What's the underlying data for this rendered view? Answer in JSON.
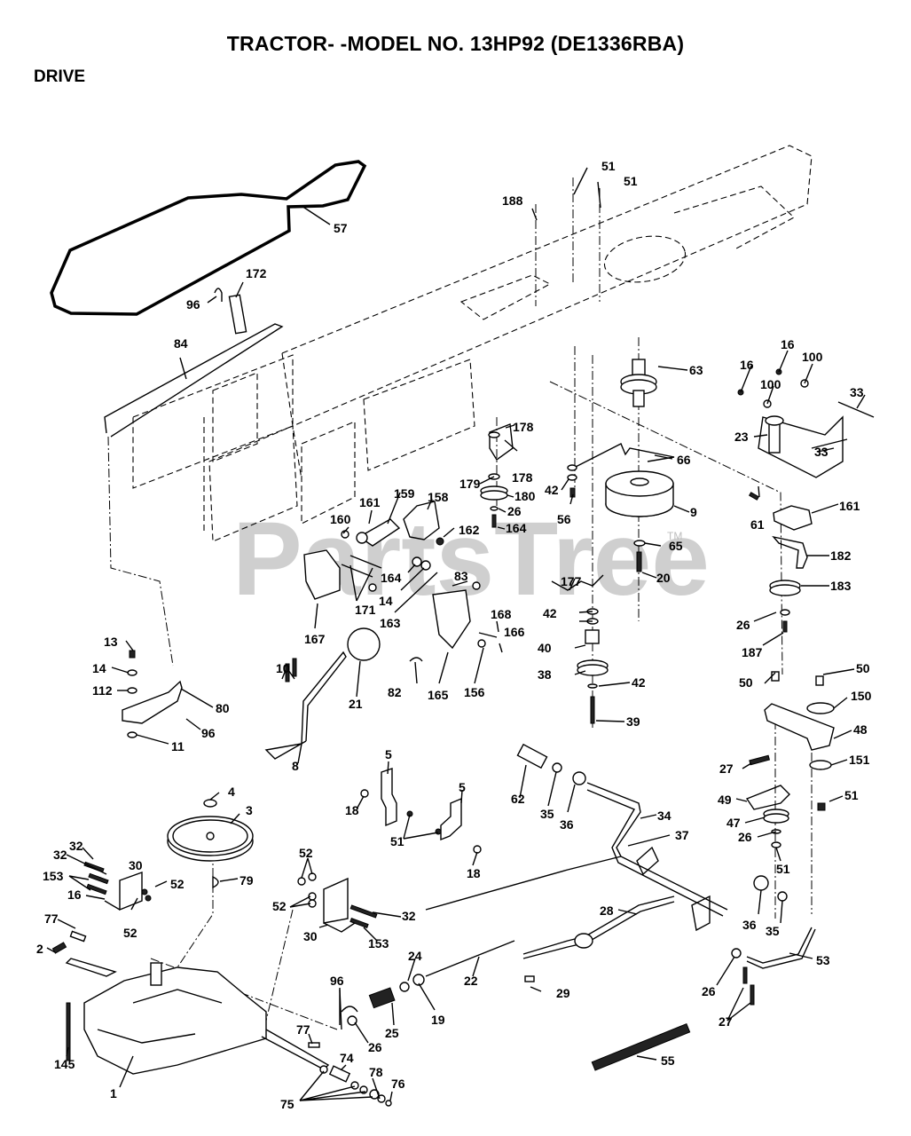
{
  "header": {
    "title": "TRACTOR- -MODEL NO. 13HP92 (DE1336RBA)",
    "section": "DRIVE"
  },
  "watermark": {
    "text": "PartsTree",
    "trademark": "TM"
  },
  "callouts": [
    {
      "id": "57",
      "label": "57"
    },
    {
      "id": "172",
      "label": "172"
    },
    {
      "id": "96a",
      "label": "96"
    },
    {
      "id": "84",
      "label": "84"
    },
    {
      "id": "188",
      "label": "188"
    },
    {
      "id": "51a",
      "label": "51"
    },
    {
      "id": "51b",
      "label": "51"
    },
    {
      "id": "63",
      "label": "63"
    },
    {
      "id": "16a",
      "label": "16"
    },
    {
      "id": "16b",
      "label": "16"
    },
    {
      "id": "100a",
      "label": "100"
    },
    {
      "id": "100b",
      "label": "100"
    },
    {
      "id": "33a",
      "label": "33"
    },
    {
      "id": "23",
      "label": "23"
    },
    {
      "id": "33b",
      "label": "33"
    },
    {
      "id": "178a",
      "label": "178"
    },
    {
      "id": "178b",
      "label": "178"
    },
    {
      "id": "179",
      "label": "179"
    },
    {
      "id": "180",
      "label": "180"
    },
    {
      "id": "26a",
      "label": "26"
    },
    {
      "id": "164a",
      "label": "164"
    },
    {
      "id": "66",
      "label": "66"
    },
    {
      "id": "42a",
      "label": "42"
    },
    {
      "id": "56",
      "label": "56"
    },
    {
      "id": "9",
      "label": "9"
    },
    {
      "id": "65",
      "label": "65"
    },
    {
      "id": "20",
      "label": "20"
    },
    {
      "id": "61",
      "label": "61"
    },
    {
      "id": "161a",
      "label": "161"
    },
    {
      "id": "182",
      "label": "182"
    },
    {
      "id": "183",
      "label": "183"
    },
    {
      "id": "26b",
      "label": "26"
    },
    {
      "id": "187",
      "label": "187"
    },
    {
      "id": "160",
      "label": "160"
    },
    {
      "id": "161b",
      "label": "161"
    },
    {
      "id": "159",
      "label": "159"
    },
    {
      "id": "158",
      "label": "158"
    },
    {
      "id": "162",
      "label": "162"
    },
    {
      "id": "164b",
      "label": "164"
    },
    {
      "id": "14a",
      "label": "14"
    },
    {
      "id": "163",
      "label": "163"
    },
    {
      "id": "83",
      "label": "83"
    },
    {
      "id": "171",
      "label": "171"
    },
    {
      "id": "167",
      "label": "167"
    },
    {
      "id": "177",
      "label": "177"
    },
    {
      "id": "168",
      "label": "168"
    },
    {
      "id": "166",
      "label": "166"
    },
    {
      "id": "156",
      "label": "156"
    },
    {
      "id": "165",
      "label": "165"
    },
    {
      "id": "82",
      "label": "82"
    },
    {
      "id": "42b",
      "label": "42"
    },
    {
      "id": "40",
      "label": "40"
    },
    {
      "id": "38",
      "label": "38"
    },
    {
      "id": "42c",
      "label": "42"
    },
    {
      "id": "39",
      "label": "39"
    },
    {
      "id": "13",
      "label": "13"
    },
    {
      "id": "14b",
      "label": "14"
    },
    {
      "id": "112",
      "label": "112"
    },
    {
      "id": "80",
      "label": "80"
    },
    {
      "id": "96b",
      "label": "96"
    },
    {
      "id": "11",
      "label": "11"
    },
    {
      "id": "10",
      "label": "10"
    },
    {
      "id": "21",
      "label": "21"
    },
    {
      "id": "8",
      "label": "8"
    },
    {
      "id": "50a",
      "label": "50"
    },
    {
      "id": "50b",
      "label": "50"
    },
    {
      "id": "150",
      "label": "150"
    },
    {
      "id": "48",
      "label": "48"
    },
    {
      "id": "27a",
      "label": "27"
    },
    {
      "id": "151",
      "label": "151"
    },
    {
      "id": "49",
      "label": "49"
    },
    {
      "id": "51c",
      "label": "51"
    },
    {
      "id": "47",
      "label": "47"
    },
    {
      "id": "26c",
      "label": "26"
    },
    {
      "id": "51d",
      "label": "51"
    },
    {
      "id": "4",
      "label": "4"
    },
    {
      "id": "3",
      "label": "3"
    },
    {
      "id": "79",
      "label": "79"
    },
    {
      "id": "32a",
      "label": "32"
    },
    {
      "id": "32b",
      "label": "32"
    },
    {
      "id": "30a",
      "label": "30"
    },
    {
      "id": "153a",
      "label": "153"
    },
    {
      "id": "16c",
      "label": "16"
    },
    {
      "id": "52a",
      "label": "52"
    },
    {
      "id": "52b",
      "label": "52"
    },
    {
      "id": "77a",
      "label": "77"
    },
    {
      "id": "2",
      "label": "2"
    },
    {
      "id": "145",
      "label": "145"
    },
    {
      "id": "1",
      "label": "1"
    },
    {
      "id": "5a",
      "label": "5"
    },
    {
      "id": "5b",
      "label": "5"
    },
    {
      "id": "18a",
      "label": "18"
    },
    {
      "id": "18b",
      "label": "18"
    },
    {
      "id": "51e",
      "label": "51"
    },
    {
      "id": "52c",
      "label": "52"
    },
    {
      "id": "52d",
      "label": "52"
    },
    {
      "id": "32c",
      "label": "32"
    },
    {
      "id": "30b",
      "label": "30"
    },
    {
      "id": "153b",
      "label": "153"
    },
    {
      "id": "62",
      "label": "62"
    },
    {
      "id": "35a",
      "label": "35"
    },
    {
      "id": "36a",
      "label": "36"
    },
    {
      "id": "34",
      "label": "34"
    },
    {
      "id": "37",
      "label": "37"
    },
    {
      "id": "28",
      "label": "28"
    },
    {
      "id": "36b",
      "label": "36"
    },
    {
      "id": "35b",
      "label": "35"
    },
    {
      "id": "53",
      "label": "53"
    },
    {
      "id": "26d",
      "label": "26"
    },
    {
      "id": "27b",
      "label": "27"
    },
    {
      "id": "22",
      "label": "22"
    },
    {
      "id": "29",
      "label": "29"
    },
    {
      "id": "24",
      "label": "24"
    },
    {
      "id": "19",
      "label": "19"
    },
    {
      "id": "25",
      "label": "25"
    },
    {
      "id": "96c",
      "label": "96"
    },
    {
      "id": "26e",
      "label": "26"
    },
    {
      "id": "77b",
      "label": "77"
    },
    {
      "id": "74",
      "label": "74"
    },
    {
      "id": "78",
      "label": "78"
    },
    {
      "id": "76",
      "label": "76"
    },
    {
      "id": "75",
      "label": "75"
    },
    {
      "id": "55",
      "label": "55"
    }
  ]
}
